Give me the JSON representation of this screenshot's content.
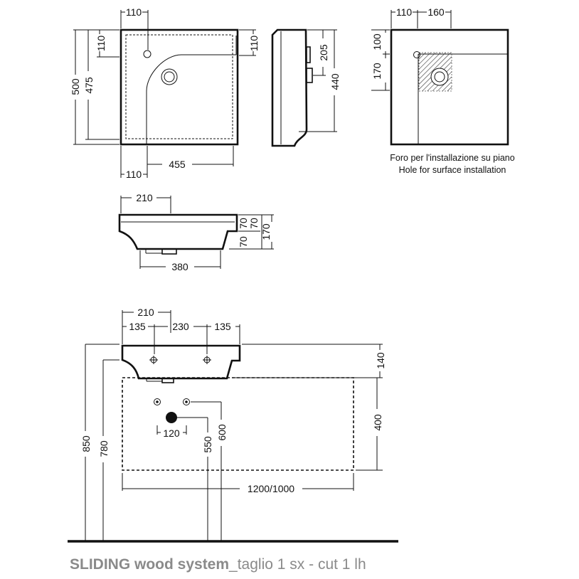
{
  "top_view": {
    "dim_top": "110",
    "dim_left_upper": "110",
    "dim_right_upper": "110",
    "dim_outer_height": "500",
    "dim_inner_height": "475",
    "dim_bottom_width": "455",
    "dim_bottom_left": "110"
  },
  "side_view": {
    "dim_upper": "205",
    "dim_height": "440"
  },
  "hole_view": {
    "dim_top_left": "110",
    "dim_top_right": "160",
    "dim_left_upper": "100",
    "dim_left_lower": "170",
    "note_it": "Foro per l'installazione su piano",
    "note_en": "Hole for surface installation"
  },
  "front_view": {
    "dim_top": "210",
    "dim_right_a": "70",
    "dim_right_b": "70",
    "dim_right_c": "70",
    "dim_right_total": "170",
    "dim_bottom": "380"
  },
  "installation_view": {
    "dim_top": "210",
    "dim_left": "135",
    "dim_mid": "230",
    "dim_right": "135",
    "dim_basin_height": "140",
    "dim_cabinet_height": "400",
    "dim_floor_850": "850",
    "dim_floor_780": "780",
    "dim_drain_spacing": "120",
    "dim_floor_550": "550",
    "dim_floor_600": "600",
    "dim_cabinet_width": "1200/1000"
  },
  "footer": {
    "title_bold": "SLIDING wood system",
    "title_rest": "_taglio 1 sx - cut 1 lh"
  }
}
